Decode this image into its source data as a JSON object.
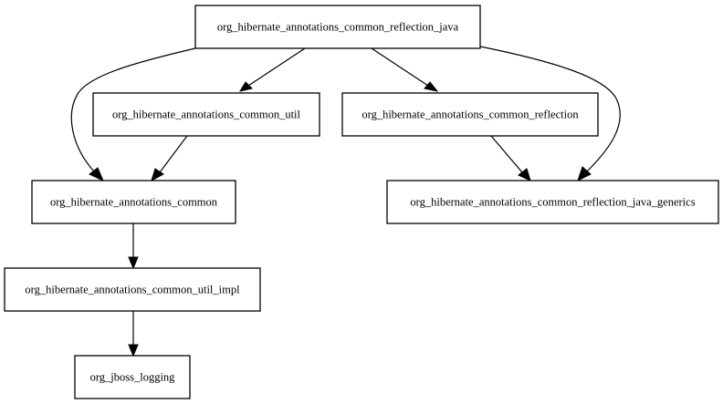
{
  "nodes": [
    {
      "id": "reflection_java",
      "label": "org_hibernate_annotations_common_reflection_java"
    },
    {
      "id": "util",
      "label": "org_hibernate_annotations_common_util"
    },
    {
      "id": "reflection",
      "label": "org_hibernate_annotations_common_reflection"
    },
    {
      "id": "common",
      "label": "org_hibernate_annotations_common"
    },
    {
      "id": "java_generics",
      "label": "org_hibernate_annotations_common_reflection_java_generics"
    },
    {
      "id": "util_impl",
      "label": "org_hibernate_annotations_common_util_impl"
    },
    {
      "id": "jboss_logging",
      "label": "org_jboss_logging"
    }
  ],
  "edges": [
    {
      "from": "reflection_java",
      "to": "util"
    },
    {
      "from": "reflection_java",
      "to": "reflection"
    },
    {
      "from": "reflection_java",
      "to": "common"
    },
    {
      "from": "reflection_java",
      "to": "java_generics"
    },
    {
      "from": "util",
      "to": "common"
    },
    {
      "from": "reflection",
      "to": "java_generics"
    },
    {
      "from": "common",
      "to": "util_impl"
    },
    {
      "from": "util_impl",
      "to": "jboss_logging"
    }
  ],
  "colors": {
    "stroke": "#000000",
    "background": "#ffffff",
    "text": "#000000"
  }
}
